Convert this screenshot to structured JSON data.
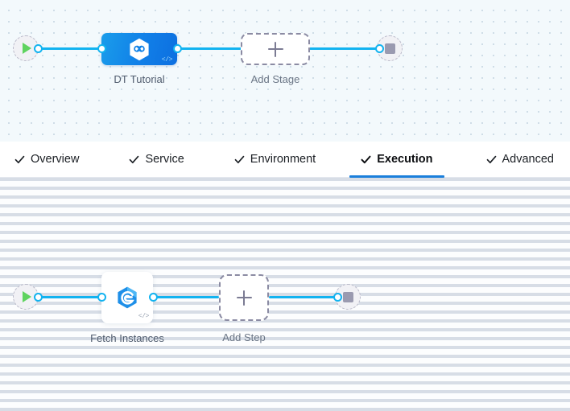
{
  "stage_canvas": {
    "start_node": {
      "icon": "play-icon",
      "title": "Start"
    },
    "end_node": {
      "icon": "stop-icon",
      "title": "End"
    },
    "stage": {
      "label": "DT Tutorial",
      "icon": "harness-hexagon-icon",
      "badge": "</>"
    },
    "add_stage": {
      "label": "Add Stage",
      "icon": "plus-icon"
    }
  },
  "tabs": [
    {
      "label": "Overview",
      "icon": "check-icon",
      "active": false
    },
    {
      "label": "Service",
      "icon": "check-icon",
      "active": false
    },
    {
      "label": "Environment",
      "icon": "check-icon",
      "active": false
    },
    {
      "label": "Execution",
      "icon": "check-icon",
      "active": true
    },
    {
      "label": "Advanced",
      "icon": "check-icon",
      "active": false
    }
  ],
  "step_canvas": {
    "start_node": {
      "icon": "play-icon",
      "title": "Start"
    },
    "end_node": {
      "icon": "stop-icon",
      "title": "End"
    },
    "step": {
      "label": "Fetch Instances",
      "icon": "harness-e-icon",
      "badge": "</>"
    },
    "add_step": {
      "label": "Add Step",
      "icon": "plus-icon"
    }
  },
  "colors": {
    "connector": "#12b3f0",
    "stage_node": "#1180e8",
    "active_tab_underline": "#1b7fdb",
    "play": "#5fd35f",
    "stop": "#9a9ab0",
    "stage_canvas_bg": "#f3f9fc",
    "step_canvas_bg": "#fcfdfe"
  }
}
